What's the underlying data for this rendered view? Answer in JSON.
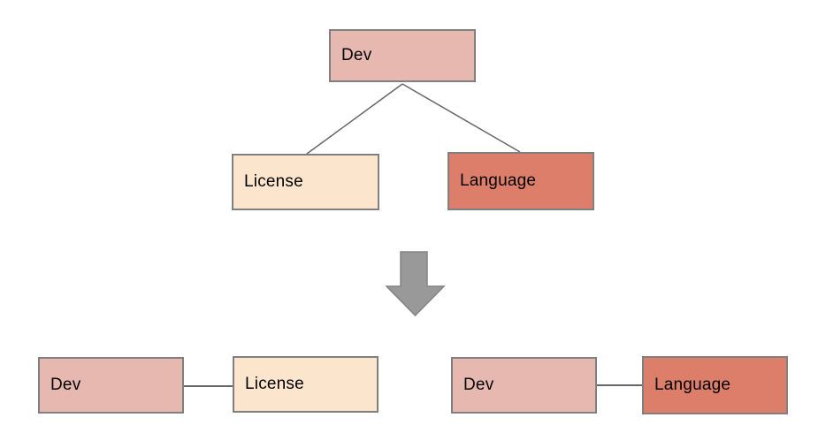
{
  "diagram": {
    "tree": {
      "root": {
        "label": "Dev",
        "fill": "#E6B8AF"
      },
      "children": [
        {
          "label": "License",
          "fill": "#FCE5CD"
        },
        {
          "label": "Language",
          "fill": "#DD7E6B"
        }
      ]
    },
    "arrow": {
      "icon": "down-block-arrow",
      "fill": "#999999",
      "border": "#848484"
    },
    "result_pairs": [
      {
        "left": {
          "label": "Dev",
          "fill": "#E6B8AF"
        },
        "right": {
          "label": "License",
          "fill": "#FCE5CD"
        }
      },
      {
        "left": {
          "label": "Dev",
          "fill": "#E6B8AF"
        },
        "right": {
          "label": "Language",
          "fill": "#DD7E6B"
        }
      }
    ],
    "colors": {
      "background": "#ffffff",
      "node_border": "#808080",
      "connector": "#666666",
      "text": "#000000"
    }
  }
}
